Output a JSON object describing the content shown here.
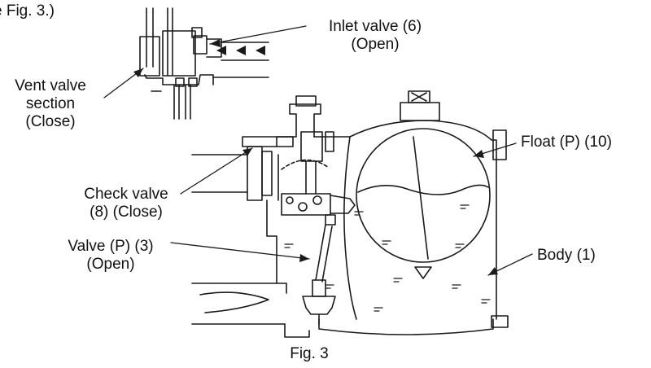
{
  "intro_fragment": "e Fig. 3.)",
  "figure_caption": "Fig. 3",
  "labels": {
    "inlet_valve": [
      "Inlet valve (6)",
      "(Open)"
    ],
    "vent_valve": [
      "Vent valve",
      "section",
      "(Close)"
    ],
    "check_valve": [
      "Check valve",
      "(8) (Close)"
    ],
    "valve_p": [
      "Valve (P) (3)",
      "(Open)"
    ],
    "float_p": [
      "Float (P) (10)"
    ],
    "body": [
      "Body (1)"
    ]
  },
  "colors": {
    "line": "#1a1a1a",
    "text": "#111111",
    "background": "#ffffff"
  }
}
